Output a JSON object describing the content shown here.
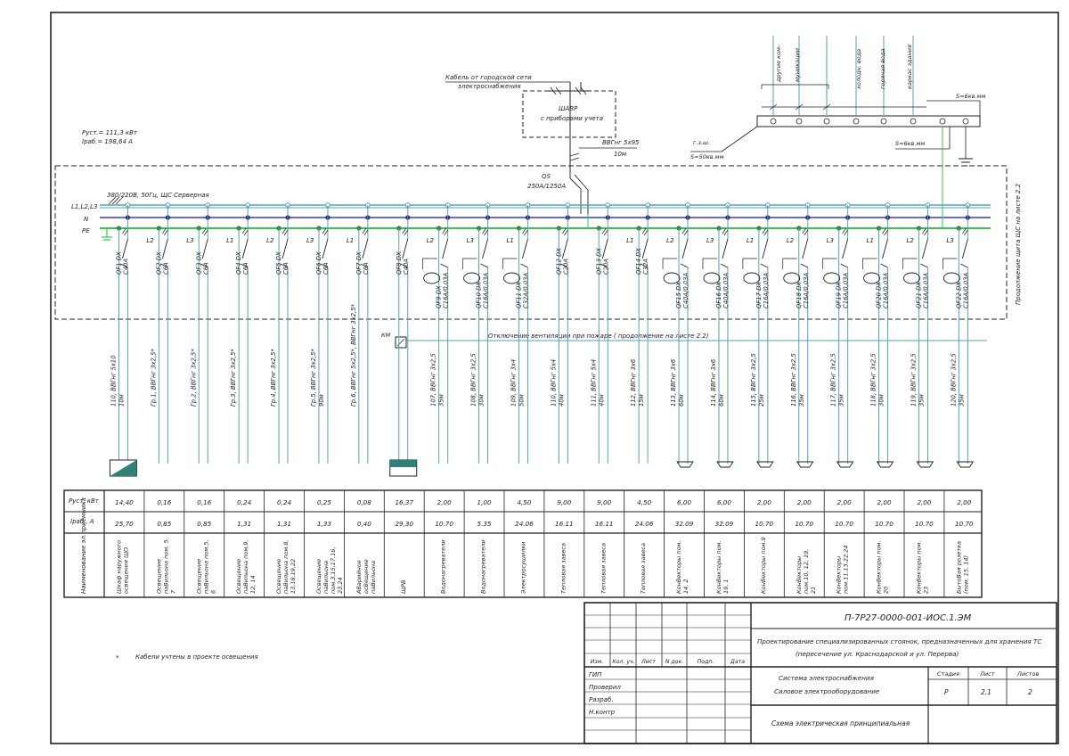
{
  "power": {
    "p_set": "Руст.= 111,3 кВт",
    "i_work": "Iраб.= 198,64 А"
  },
  "supply": {
    "cable_from_city_l1": "Кабель от городской сети",
    "cable_from_city_l2": "электроснабжения",
    "shavr_l1": "ШАВР",
    "shavr_l2": "с приборами учета",
    "input_cable": "ВВГнг 5х95",
    "input_length": "10м",
    "qs_name": "QS",
    "qs_rating": "250А/1250А"
  },
  "earthing": {
    "communications": [
      "другие ком-",
      "муникации"
    ],
    "cold_water": "холодн. вода",
    "hot_water": "горячая вода",
    "frame": "каркас здания",
    "s6_top": "S=6кв.мм",
    "s6_bot": "S=6кв.мм",
    "gzsh": "г.з.ш.",
    "s50": "S=50кв.мм"
  },
  "panel": {
    "title": "380/220В, 50Гц, ЩС Серверная",
    "bus_l": "L1,L2,L3",
    "bus_n": "N",
    "bus_pe": "PE",
    "continuation": "Продолжение щита ЩС на листе 2.2",
    "km_label": "КМ",
    "fire_note": "Отключение вентиляции при пожаре ( продолжение на листе 2.2)"
  },
  "colors": {
    "l_bus": "#5aa0b4",
    "n_bus": "#3a3ad0",
    "pe_bus": "#3fc050",
    "line": "#222222"
  },
  "breakers": [
    {
      "qf": "QF1 DX C40A",
      "phase": "",
      "cable": "110, ВВГнг 5х10",
      "len": "10м"
    },
    {
      "qf": "QF2 DX C6A",
      "phase": "L2",
      "cable": "Гр.1, ВВГнг 3х2,5*",
      "len": ""
    },
    {
      "qf": "QF3 DX C6A",
      "phase": "L3",
      "cable": "Гр.2, ВВГнг 3х2,5*",
      "len": ""
    },
    {
      "qf": "QF4 DX C6A",
      "phase": "L1",
      "cable": "Гр.3, ВВГнг 3х2,5*",
      "len": ""
    },
    {
      "qf": "QF5 DX C6A",
      "phase": "L2",
      "cable": "Гр.4, ВВГнг 3х2,5*",
      "len": ""
    },
    {
      "qf": "QF6 DX C6A",
      "phase": "L3",
      "cable": "Гр.5, ВВГнг 3х2,5*",
      "len": "90м"
    },
    {
      "qf": "QF7 DX C6A",
      "phase": "L1",
      "cable": "Гр.6, ВВГнг 5х2,5*, ВВГнг 3х2,5*",
      "len": ""
    },
    {
      "qf": "QF8 DX C40A",
      "phase": "",
      "cable": "",
      "len": ""
    },
    {
      "qf": "QF9 DX C16A/0,03A",
      "phase": "L2",
      "cable": "107, ВВГнг 3х2,5",
      "len": "35м"
    },
    {
      "qf": "QF10 DX C16A/0,03A",
      "phase": "L3",
      "cable": "108, ВВГнг 3х2,5",
      "len": "30м"
    },
    {
      "qf": "QF11 DX C32A/0,03A",
      "phase": "L1",
      "cable": "109, ВВГнг 3х4",
      "len": "50м"
    },
    {
      "qf": "QF12 DX C20A",
      "phase": "",
      "cable": "110, ВВГнг 5х4",
      "len": "40м"
    },
    {
      "qf": "QF13 DX C20A",
      "phase": "",
      "cable": "111, ВВГнг 5х4",
      "len": "40м"
    },
    {
      "qf": "QF14 DX C32A",
      "phase": "L1",
      "cable": "112, ВВГнг 3х6",
      "len": "15м"
    },
    {
      "qf": "QF15 DX C40A/0,03A",
      "phase": "L2",
      "cable": "113, ВВГнг 3х6",
      "len": "60м"
    },
    {
      "qf": "QF16 DX C40A/0,03A",
      "phase": "L3",
      "cable": "114, ВВГнг 3х6",
      "len": "60м"
    },
    {
      "qf": "QF17 DX C16A/0,03A",
      "phase": "L1",
      "cable": "115, ВВГнг 3х2,5",
      "len": "25м"
    },
    {
      "qf": "QF18 DX C16A/0,03A",
      "phase": "L2",
      "cable": "116, ВВГнг 3х2,5",
      "len": "35м"
    },
    {
      "qf": "QF19 DX C16A/0,03A",
      "phase": "L3",
      "cable": "117, ВВГнг 3х2,5",
      "len": "35м"
    },
    {
      "qf": "QF20 DX C16A/0,03A",
      "phase": "L1",
      "cable": "118, ВВГнг 3х2,5",
      "len": "30м"
    },
    {
      "qf": "QF21 DX C16A/0,03A",
      "phase": "L2",
      "cable": "119, ВВГнг 3х2,5",
      "len": "35м"
    },
    {
      "qf": "QF22 DX C16A/0,03A",
      "phase": "L3",
      "cable": "120, ВВГнг 3х2,5",
      "len": "35м"
    }
  ],
  "table": {
    "row_p_label": "Руст, кВт",
    "row_i_label": "Iраб., А",
    "row_name_label": "Наименование эл.приемника",
    "columns": [
      {
        "p": "14,40",
        "i": "25,70",
        "name": "Шкаф наружного освещения ЩО"
      },
      {
        "p": "0,16",
        "i": "0,85",
        "name": "Освещение паВильона пом. 5, 7"
      },
      {
        "p": "0,16",
        "i": "0,85",
        "name": "Освещение паВильона пом.5, 6"
      },
      {
        "p": "0,24",
        "i": "1,31",
        "name": "Освещение паВильона пом.9, 12, 14"
      },
      {
        "p": "0,24",
        "i": "1,31",
        "name": "Освещение паВильона пом.8, 13,18,19,22"
      },
      {
        "p": "0,25",
        "i": "1,33",
        "name": "Освещение паВильона пом.3,15,17,16, 23,24"
      },
      {
        "p": "0,08",
        "i": "0,40",
        "name": "АВарийное осВещение паВильона"
      },
      {
        "p": "16,37",
        "i": "29,30",
        "name": "ЩРВ"
      },
      {
        "p": "2,00",
        "i": "10.70",
        "name": "Водонагреватели"
      },
      {
        "p": "1,00",
        "i": "5.35",
        "name": "Водонагреватели"
      },
      {
        "p": "4,50",
        "i": "24.06",
        "name": "Электросушилки"
      },
      {
        "p": "9,00",
        "i": "16.11",
        "name": "Тепловая завеса"
      },
      {
        "p": "9,00",
        "i": "16.11",
        "name": "Тепловая завеса"
      },
      {
        "p": "4,50",
        "i": "24.06",
        "name": "Тепловая завеса"
      },
      {
        "p": "6,00",
        "i": "32.09",
        "name": "КонВекторы пом. 14, 2"
      },
      {
        "p": "6,00",
        "i": "32.09",
        "name": "КонВекторы пом. 19, 1"
      },
      {
        "p": "2,00",
        "i": "10.70",
        "name": "КонВекторы пом.9"
      },
      {
        "p": "2,00",
        "i": "10.70",
        "name": "КонВекторы пом.10, 12, 19, 21"
      },
      {
        "p": "2,00",
        "i": "10.70",
        "name": "КонВекторы пом.11,13,22,24"
      },
      {
        "p": "2,00",
        "i": "10.70",
        "name": "КонВекторы пом. 20"
      },
      {
        "p": "2,00",
        "i": "10.70",
        "name": "КонВекторы пом. 23"
      },
      {
        "p": "2,00",
        "i": "10.70",
        "name": "БытоВая розетка (пом. 15, 14)"
      }
    ]
  },
  "footnote": {
    "mark": "*",
    "text": "Кабели учтены в проекте освещения"
  },
  "stamp": {
    "code": "П-7Р27-0000-001-ИОС.1.ЭМ",
    "project_l1": "Проектирование специализированных стоянок, предназначенных для хранения ТС",
    "project_l2": "(пересечение ул. Краснодарской и ул. Перерва)",
    "hdr": [
      "Изм.",
      "Кол. уч.",
      "Лист",
      "N док.",
      "Подп.",
      "Дата"
    ],
    "roles": [
      "ГИП",
      "Проверил",
      "Разраб.",
      "Н.контр"
    ],
    "system_l1": "Система электроснабжения",
    "system_l2": "Силовое электрооборудование",
    "stage_h": "Стадия",
    "sheet_h": "Лист",
    "sheets_h": "Листов",
    "stage": "Р",
    "sheet": "2.1",
    "sheets": "2",
    "drawing_name": "Схема электрическая принципиальная"
  }
}
